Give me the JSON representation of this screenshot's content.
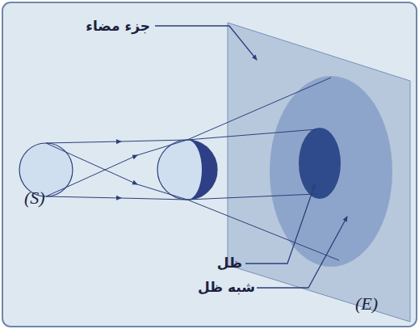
{
  "diagram": {
    "labels": [
      "جزء مضاء",
      "ظل",
      "شبه ظل",
      "(S)",
      "(E)"
    ]
  }
}
